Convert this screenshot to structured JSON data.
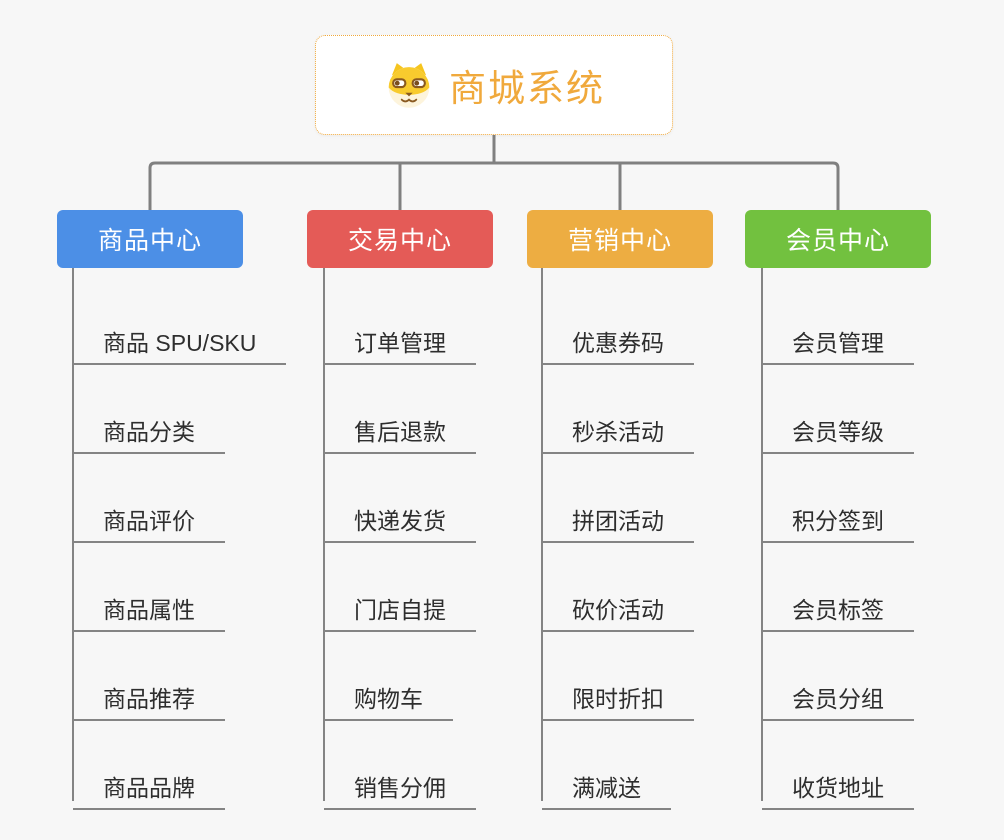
{
  "root": {
    "title": "商城系统",
    "icon": "shiba-dog-icon",
    "accent_color": "#F0A93C"
  },
  "branches": [
    {
      "label": "商品中心",
      "color": "#4C8FE6",
      "items": [
        "商品 SPU/SKU",
        "商品分类",
        "商品评价",
        "商品属性",
        "商品推荐",
        "商品品牌"
      ]
    },
    {
      "label": "交易中心",
      "color": "#E45B57",
      "items": [
        "订单管理",
        "售后退款",
        "快递发货",
        "门店自提",
        "购物车",
        "销售分佣"
      ]
    },
    {
      "label": "营销中心",
      "color": "#EDAD42",
      "items": [
        "优惠券码",
        "秒杀活动",
        "拼团活动",
        "砍价活动",
        "限时折扣",
        "满减送"
      ]
    },
    {
      "label": "会员中心",
      "color": "#72C13F",
      "items": [
        "会员管理",
        "会员等级",
        "积分签到",
        "会员标签",
        "会员分组",
        "收货地址"
      ]
    }
  ],
  "connector_color": "#808080"
}
